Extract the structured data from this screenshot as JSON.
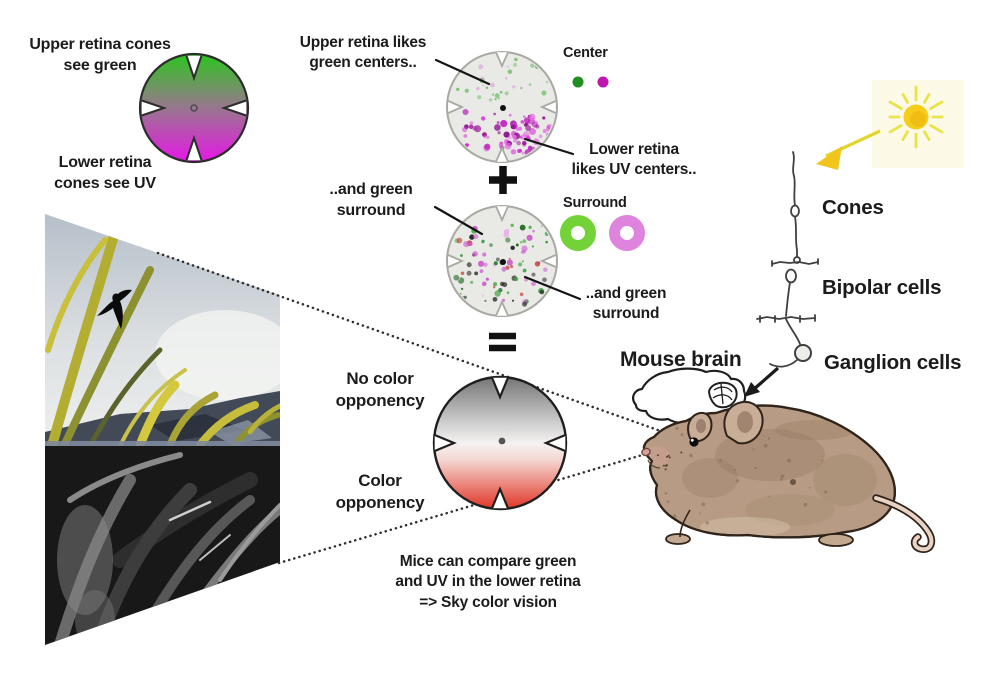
{
  "figure": {
    "topic": "Mouse retinal color opponency and sky color vision"
  },
  "labels": {
    "upper_retina_cones": {
      "line1": "Upper retina cones",
      "line2": "see green"
    },
    "lower_retina_cones": {
      "line1": "Lower retina",
      "line2": "cones see UV"
    },
    "upper_likes": {
      "line1": "Upper retina likes",
      "line2": "green centers.."
    },
    "lower_likes": {
      "line1": "Lower retina",
      "line2": "likes UV centers.."
    },
    "green_surround_left": {
      "line1": "..and green",
      "line2": "surround"
    },
    "green_surround_right": {
      "line1": "..and green",
      "line2": "surround"
    },
    "center_legend": "Center",
    "surround_legend": "Surround",
    "plus": "+",
    "equals": "=",
    "no_color_opponency": {
      "line1": "No color",
      "line2": "opponency"
    },
    "color_opponency": {
      "line1": "Color",
      "line2": "opponency"
    },
    "mouse_brain": "Mouse brain",
    "cones": "Cones",
    "bipolar_cells": "Bipolar cells",
    "ganglion_cells": "Ganglion cells",
    "caption": {
      "line1": "Mice can compare green",
      "line2": "and UV in the lower retina",
      "line3": "=> Sky color vision"
    }
  },
  "colors": {
    "retina_green": "#2dc51e",
    "retina_magenta": "#e618e6",
    "scatter_green": "#3fae3c",
    "scatter_magenta": "#d633d6",
    "legend_center_green": "#1f8f1f",
    "legend_center_magenta": "#c016b0",
    "surround_green": "#72d238",
    "surround_magenta": "#de83de",
    "opponency_gray": "#757575",
    "opponency_red": "#e13527",
    "sun_yellow": "#f6cd1b",
    "ray_yellow": "#e9e34c",
    "text_dark": "#1b1b1b",
    "mouse_fur": "#b79b84"
  }
}
